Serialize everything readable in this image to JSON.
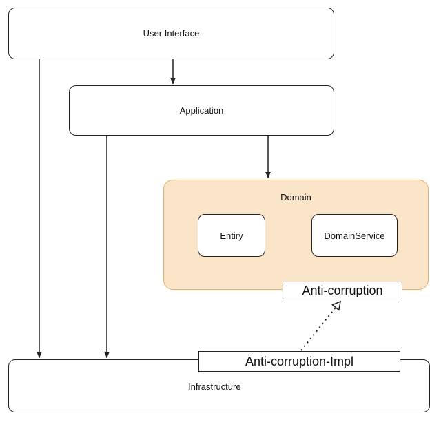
{
  "diagram": {
    "user_interface": "User Interface",
    "application": "Application",
    "domain": "Domain",
    "entity": "Entiry",
    "domain_service": "DomainService",
    "anti_corruption": "Anti-corruption",
    "anti_corruption_impl": "Anti-corruption-Impl",
    "infrastructure": "Infrastructure"
  },
  "colors": {
    "domain_fill": "#fbe5c8",
    "domain_border": "#e8b05a",
    "line": "#222222"
  }
}
